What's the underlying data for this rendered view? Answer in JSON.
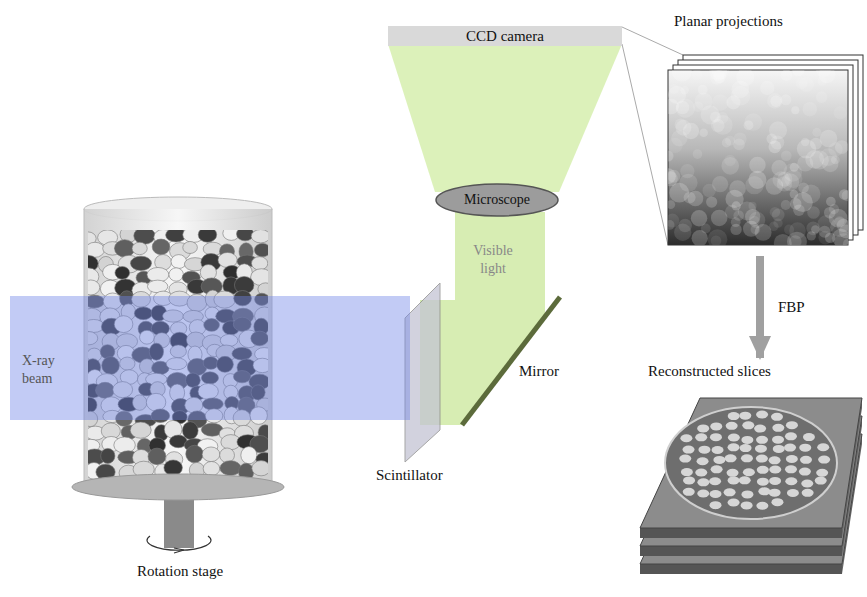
{
  "diagram": {
    "nodes": [
      {
        "text": [
          "CCD camera"
        ]
      },
      {
        "text": [
          "Microscope"
        ]
      },
      {
        "text": [
          "X-ray beam"
        ]
      },
      {
        "text": [
          "Planar projections"
        ]
      },
      {
        "text": [
          "Reconstructed slices"
        ]
      }
    ],
    "edges": [
      {
        "from": 3,
        "to": 4,
        "arrow": "to",
        "label": "FBP"
      }
    ],
    "labels": [
      "Visible light",
      "Mirror",
      "Scintillator",
      "Rotation stage"
    ]
  }
}
